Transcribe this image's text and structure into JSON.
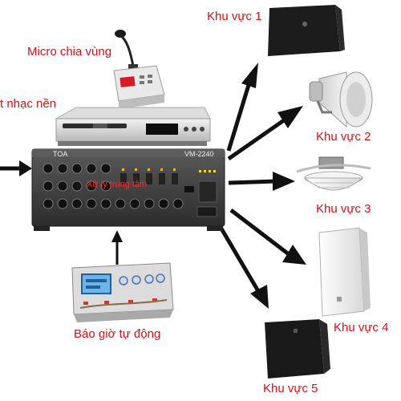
{
  "colors": {
    "label_text": "#d0121a",
    "arrow": "#111111",
    "amp_body": "#3a3a3a",
    "amp_center_label": "#ff2a2a"
  },
  "devices": {
    "microphone": {
      "label": "Micro chia vùng",
      "icon": "paging-microphone-icon"
    },
    "music_player": {
      "label": "t nhạc nền",
      "icon": "dvd-player-icon"
    },
    "amplifier": {
      "brand": "TOA",
      "model": "VM-2240",
      "center_label": "Xử lý trung tâm",
      "icon": "mixer-amplifier-icon"
    },
    "auto_timer": {
      "label": "Báo giờ tự động",
      "icon": "auto-bell-timer-icon"
    }
  },
  "zones": [
    {
      "label": "Khu vực 1",
      "icon": "wall-speaker-black-icon"
    },
    {
      "label": "Khu vực 2",
      "icon": "horn-speaker-icon"
    },
    {
      "label": "Khu vực 3",
      "icon": "ceiling-speaker-icon"
    },
    {
      "label": "Khu vực 4",
      "icon": "column-speaker-white-icon"
    },
    {
      "label": "Khu vực 5",
      "icon": "box-speaker-black-icon"
    }
  ]
}
